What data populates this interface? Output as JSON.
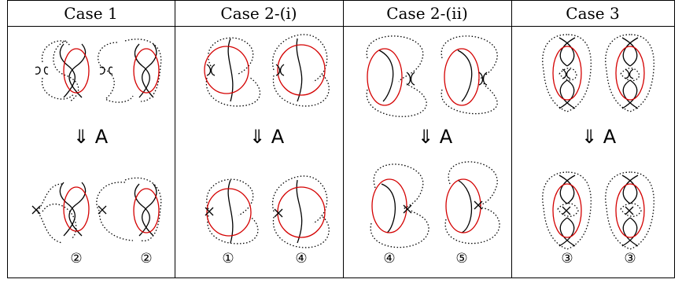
{
  "headers": [
    "Case 1",
    "Case 2-(i)",
    "Case 2-(ii)",
    "Case 3"
  ],
  "move_label": "⇓ A",
  "results": {
    "case1": [
      "②",
      "②"
    ],
    "case2i": [
      "①",
      "④"
    ],
    "case2ii": [
      "④",
      "⑤"
    ],
    "case3": [
      "③",
      "③"
    ]
  },
  "colors": {
    "red_curve": "#d40000",
    "dotted_curve": "#000000",
    "grid": "#000000"
  }
}
